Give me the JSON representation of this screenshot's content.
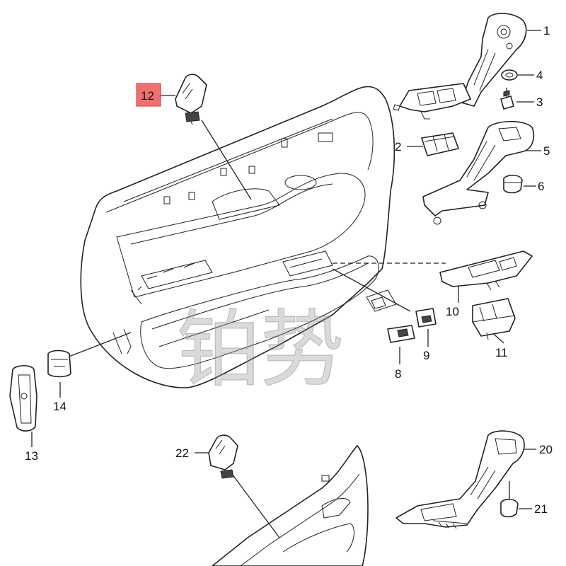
{
  "watermark": "铂势",
  "highlight_color": "#f07070",
  "callouts": [
    {
      "id": "1",
      "text": "1"
    },
    {
      "id": "2",
      "text": "2"
    },
    {
      "id": "3",
      "text": "3"
    },
    {
      "id": "4",
      "text": "4"
    },
    {
      "id": "5",
      "text": "5"
    },
    {
      "id": "6",
      "text": "6"
    },
    {
      "id": "8",
      "text": "8"
    },
    {
      "id": "9",
      "text": "9"
    },
    {
      "id": "10",
      "text": "10"
    },
    {
      "id": "11",
      "text": "11"
    },
    {
      "id": "12",
      "text": "12",
      "highlighted": true
    },
    {
      "id": "13",
      "text": "13"
    },
    {
      "id": "14",
      "text": "14"
    },
    {
      "id": "20",
      "text": "20"
    },
    {
      "id": "21",
      "text": "21"
    },
    {
      "id": "22",
      "text": "22"
    }
  ]
}
